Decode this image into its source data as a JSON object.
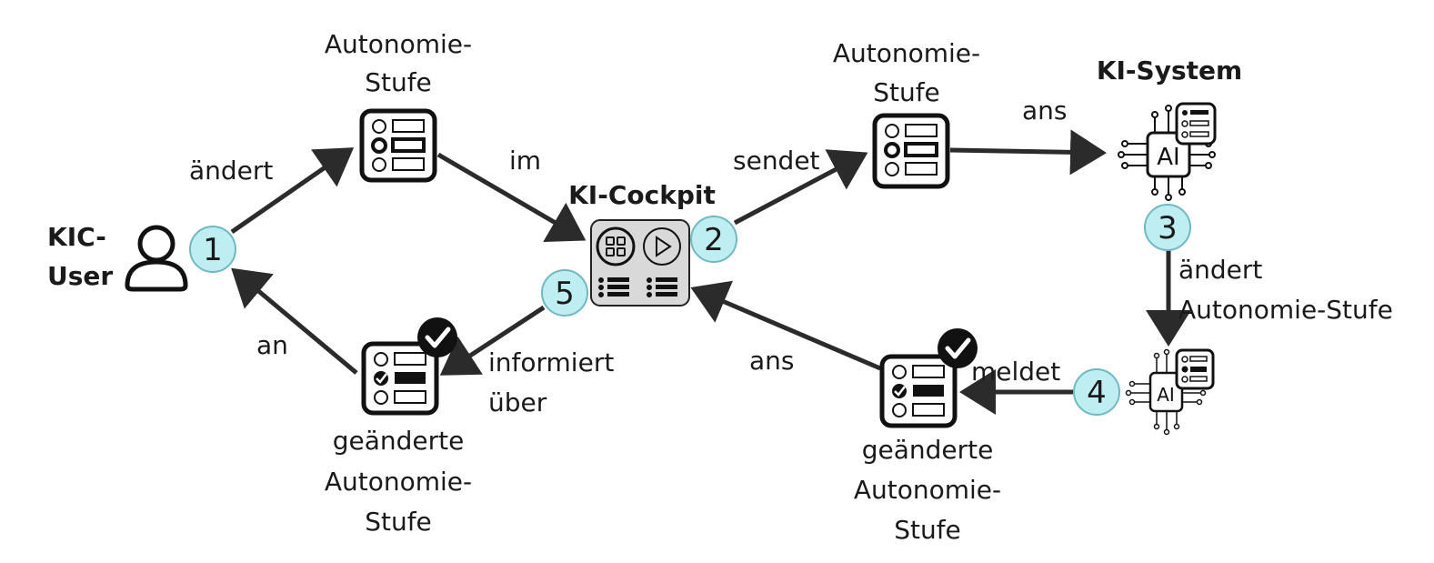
{
  "nodes": {
    "user": {
      "title_line1": "KIC-",
      "title_line2": "User"
    },
    "cockpit": {
      "title": "KI-Cockpit"
    },
    "system": {
      "title": "KI-System",
      "chip_label": "AI",
      "chip_label_small": "AI"
    },
    "level_top_left": {
      "line1": "Autonomie-",
      "line2": "Stufe"
    },
    "level_top_right": {
      "line1": "Autonomie-",
      "line2": "Stufe"
    },
    "level_bottom_left": {
      "line1": "geänderte",
      "line2": "Autonomie-",
      "line3": "Stufe"
    },
    "level_bottom_right": {
      "line1": "geänderte",
      "line2": "Autonomie-",
      "line3": "Stufe"
    }
  },
  "edges": {
    "user_to_level": "ändert",
    "level_to_cockpit": "im",
    "cockpit_to_level": "sendet",
    "level_to_system": "ans",
    "system_change_line1": "ändert",
    "system_change_line2": "Autonomie-Stufe",
    "system_reports": "meldet",
    "level_to_cockpit_return": "ans",
    "cockpit_informs_line1": "informiert",
    "cockpit_informs_line2": "über",
    "level_to_user": "an"
  },
  "steps": [
    "1",
    "2",
    "3",
    "4",
    "5"
  ],
  "colors": {
    "step_fill": "#bfeef2",
    "step_stroke": "#6fb9c0",
    "line": "#2b2b2b",
    "cockpit_fill": "#d9d9d9"
  }
}
